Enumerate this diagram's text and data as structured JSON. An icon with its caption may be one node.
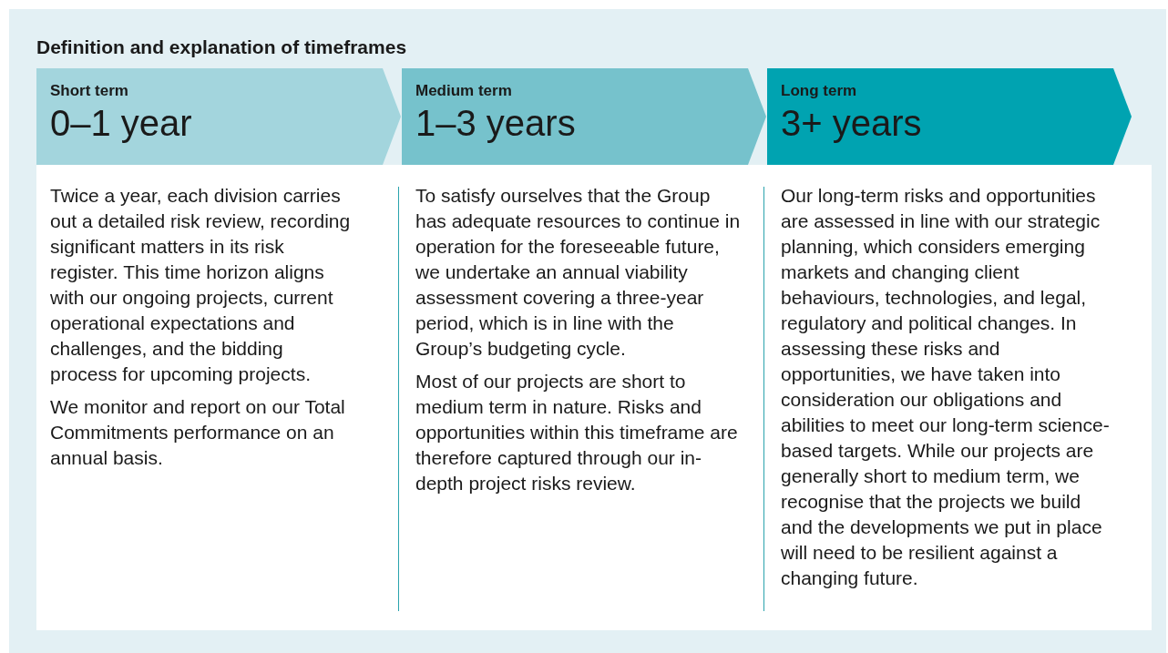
{
  "diagram": {
    "title": "Definition and explanation of timeframes",
    "nodes": [
      {
        "text": [
          "Short term",
          "0–1 year"
        ],
        "beside": [
          "Twice a year, each division carries out a detailed risk review, recording significant matters in its risk register. This time horizon aligns with our ongoing projects, current operational expectations and challenges, and the bidding process for upcoming projects.",
          "We monitor and report on our Total Commitments performance on an annual basis."
        ]
      },
      {
        "text": [
          "Medium term",
          "1–3 years"
        ],
        "beside": [
          "To satisfy ourselves that the Group has adequate resources to continue in operation for the foreseeable future, we undertake an annual viability assessment covering a three-year period, which is in line with the Group’s budgeting cycle.",
          "Most of our projects are short to medium term in nature. Risks and opportunities within this timeframe are therefore captured through our in-depth project risks review."
        ]
      },
      {
        "text": [
          "Long term",
          "3+ years"
        ],
        "beside": [
          "Our long-term risks and opportunities are assessed in line with our strategic planning, which considers emerging markets and changing client behaviours, technologies, and legal, regulatory and political changes. In assessing these risks and opportunities, we have taken into consideration our obligations and abilities to meet our long-term science-based targets. While our projects are generally short to medium term, we recognise that the projects we build and the developments we put in place will need to be resilient against a changing future."
        ]
      }
    ],
    "edges": []
  }
}
